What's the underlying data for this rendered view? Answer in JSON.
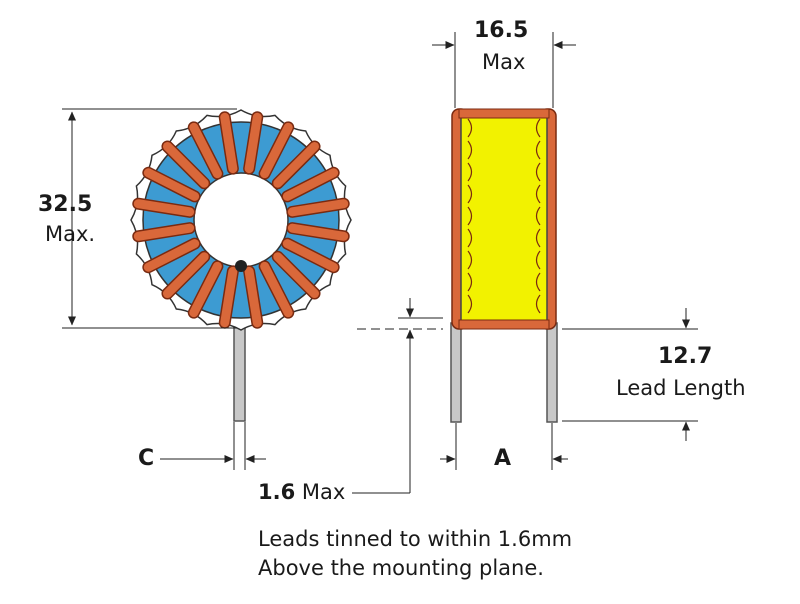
{
  "dimensions": {
    "height": {
      "value": "32.5",
      "unit": "Max."
    },
    "width": {
      "value": "16.5",
      "unit": "Max"
    },
    "lead_length": {
      "value": "12.7",
      "label": "Lead Length"
    },
    "tin_gap": {
      "value": "1.6",
      "unit": "Max"
    },
    "lead_c": {
      "label": "C"
    },
    "lead_a": {
      "label": "A"
    }
  },
  "note": {
    "line1": "Leads tinned to within 1.6mm",
    "line2": "Above the mounting plane."
  },
  "colors": {
    "core_blue": "#3d9bd2",
    "winding_copper": "#d9683a",
    "winding_outline": "#7a2a10",
    "tape_yellow": "#f2f200",
    "lead": "#c8c8c8",
    "dim_line": "#222222"
  }
}
